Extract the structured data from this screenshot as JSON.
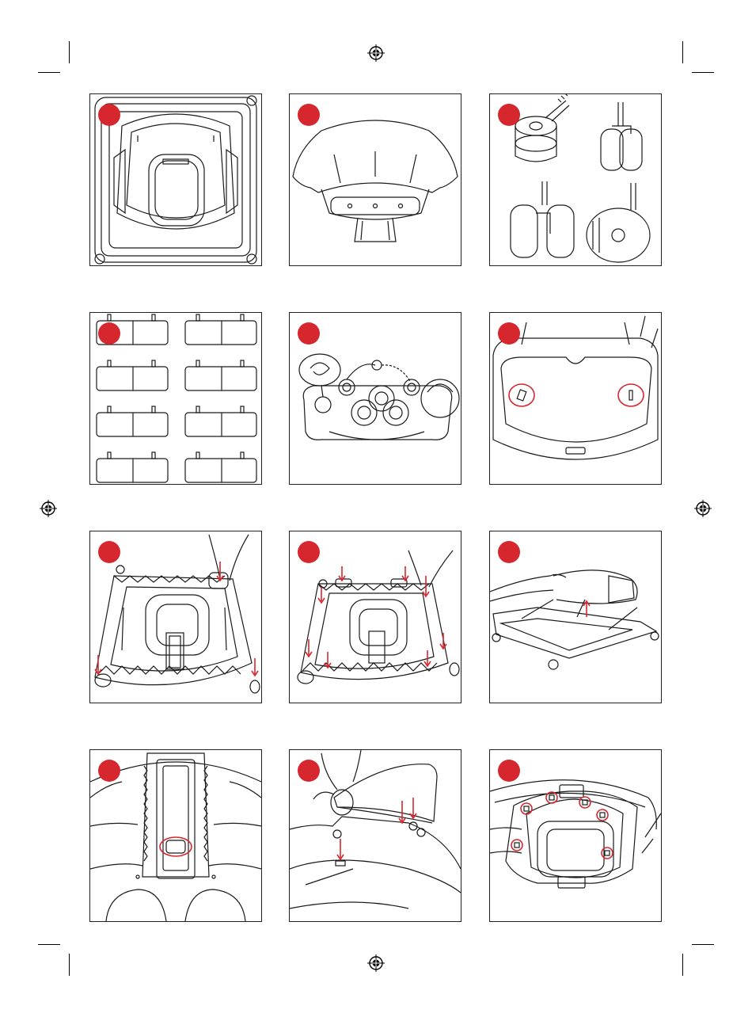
{
  "document": {
    "layout": "instruction-illustration-grid",
    "rows": 4,
    "columns": 3,
    "step_badge_color": "#d6272e",
    "line_color": "#1a1a1a",
    "arrow_color": "#d6272e"
  },
  "panels": [
    {
      "icon": "walker-top-view-illustration"
    },
    {
      "icon": "seat-backrest-pad-illustration"
    },
    {
      "icon": "wheels-and-castors-illustration"
    },
    {
      "icon": "frame-spacers-illustration"
    },
    {
      "icon": "play-tray-toy-illustration"
    },
    {
      "icon": "seat-base-marked-holes-illustration"
    },
    {
      "icon": "frame-assembly-illustration"
    },
    {
      "icon": "frame-insert-pieces-illustration"
    },
    {
      "icon": "raise-seat-height-illustration"
    },
    {
      "icon": "underside-latch-illustration"
    },
    {
      "icon": "attach-backrest-illustration"
    },
    {
      "icon": "seat-fixing-points-illustration"
    }
  ]
}
